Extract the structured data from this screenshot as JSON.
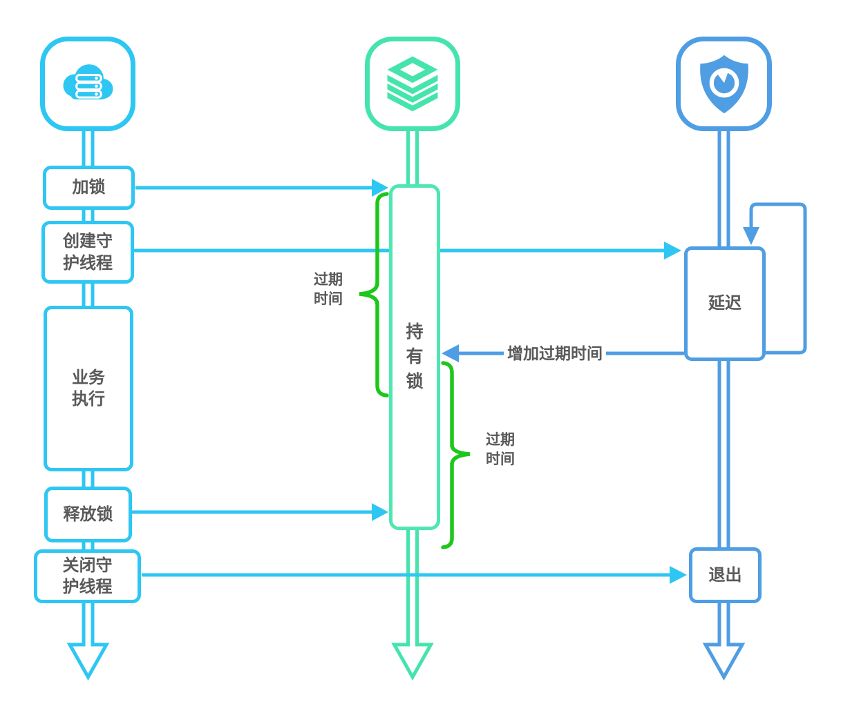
{
  "colors": {
    "cyan": "#2ec6f3",
    "mint": "#45e4ac",
    "blue": "#4f9de3",
    "green": "#1ec71b",
    "text_gray": "#595959"
  },
  "lanes": {
    "app": {
      "icon": "cloud-server-icon"
    },
    "redis": {
      "icon": "layers-stack-icon"
    },
    "watchdog": {
      "icon": "shield-clock-icon"
    }
  },
  "nodes": {
    "lock": {
      "label": "加锁"
    },
    "create_daemon": {
      "line1": "创建守",
      "line2": "护线程"
    },
    "business": {
      "line1": "业务",
      "line2": "执行"
    },
    "release_lock": {
      "label": "释放锁"
    },
    "close_daemon": {
      "line1": "关闭守",
      "line2": "护线程"
    },
    "hold_lock": {
      "char1": "持",
      "char2": "有",
      "char3": "锁"
    },
    "delay": {
      "label": "延迟"
    },
    "exit": {
      "label": "退出"
    }
  },
  "annotations": {
    "expire_time_left": {
      "line1": "过期",
      "line2": "时间"
    },
    "expire_time_right": {
      "line1": "过期",
      "line2": "时间"
    },
    "extend_expire": {
      "label": "增加过期时间"
    }
  }
}
